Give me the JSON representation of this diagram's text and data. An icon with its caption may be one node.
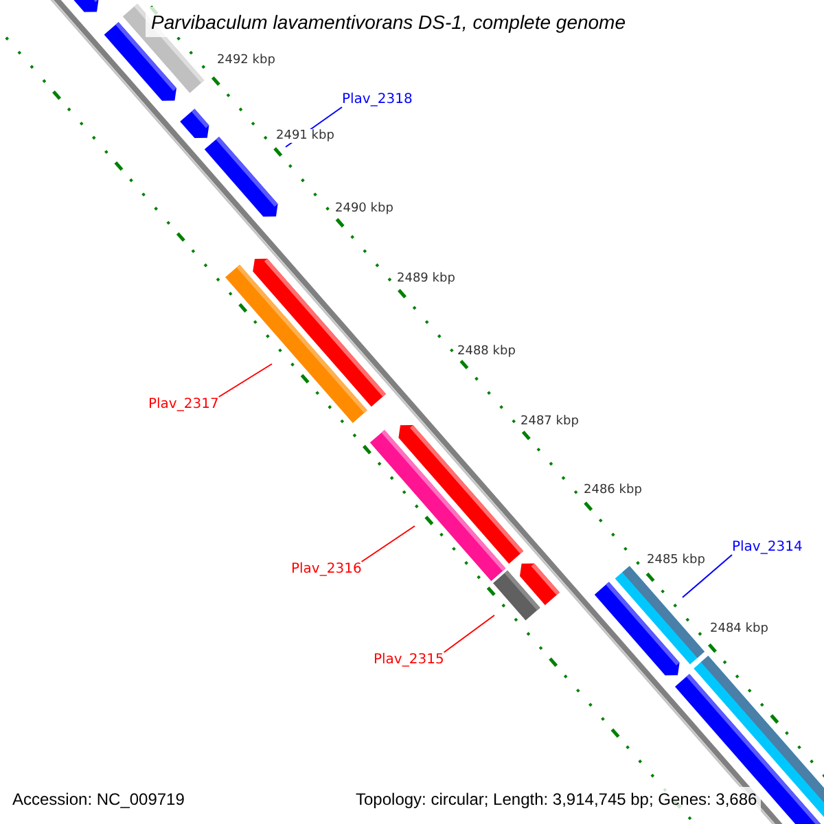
{
  "diagram": {
    "title": "Parvibaculum lavamentivorans DS-1, complete genome",
    "nodes": [
      {
        "text": [],
        "shape": "pentagon"
      },
      {
        "text": [],
        "shape": "bar"
      },
      {
        "text": [],
        "shape": "pentagon"
      },
      {
        "text": [],
        "shape": "pentagon"
      },
      {
        "text": [
          "Plav_2318"
        ]
      },
      {
        "text": [],
        "shape": "pentagon"
      },
      {
        "text": [],
        "shape": "bar"
      },
      {
        "text": [],
        "shape": "pentagon"
      },
      {
        "text": [
          "Plav_2317"
        ]
      },
      {
        "text": [],
        "shape": "bar"
      },
      {
        "text": [],
        "shape": "pentagon"
      },
      {
        "text": [
          "Plav_2316"
        ]
      },
      {
        "text": [],
        "shape": "bar"
      },
      {
        "text": [],
        "shape": "pentagon"
      },
      {
        "text": [
          "Plav_2315"
        ]
      },
      {
        "text": [],
        "shape": "pentagon"
      },
      {
        "text": [],
        "shape": "bar"
      },
      {
        "text": [
          "Plav_2314"
        ]
      },
      {
        "text": [],
        "shape": "bar"
      },
      {
        "text": [],
        "shape": "bar"
      }
    ],
    "edges": [
      {
        "from": 4,
        "to": 5,
        "arrow": "none",
        "color": "#0000ff"
      },
      {
        "from": 8,
        "to": 6,
        "arrow": "none"
      },
      {
        "from": 11,
        "to": 9,
        "arrow": "none"
      },
      {
        "from": 14,
        "to": 12,
        "arrow": "none"
      },
      {
        "from": 17,
        "to": 16,
        "arrow": "none",
        "color": "#0000ff"
      }
    ],
    "labels": [
      "2492 kbp",
      "2491 kbp",
      "2490 kbp",
      "2489 kbp",
      "2488 kbp",
      "2487 kbp",
      "2486 kbp",
      "2485 kbp",
      "2484 kbp",
      "Accession: NC_009719",
      "Topology: circular; Length: 3,914,745 bp; Genes: 3,686"
    ]
  }
}
